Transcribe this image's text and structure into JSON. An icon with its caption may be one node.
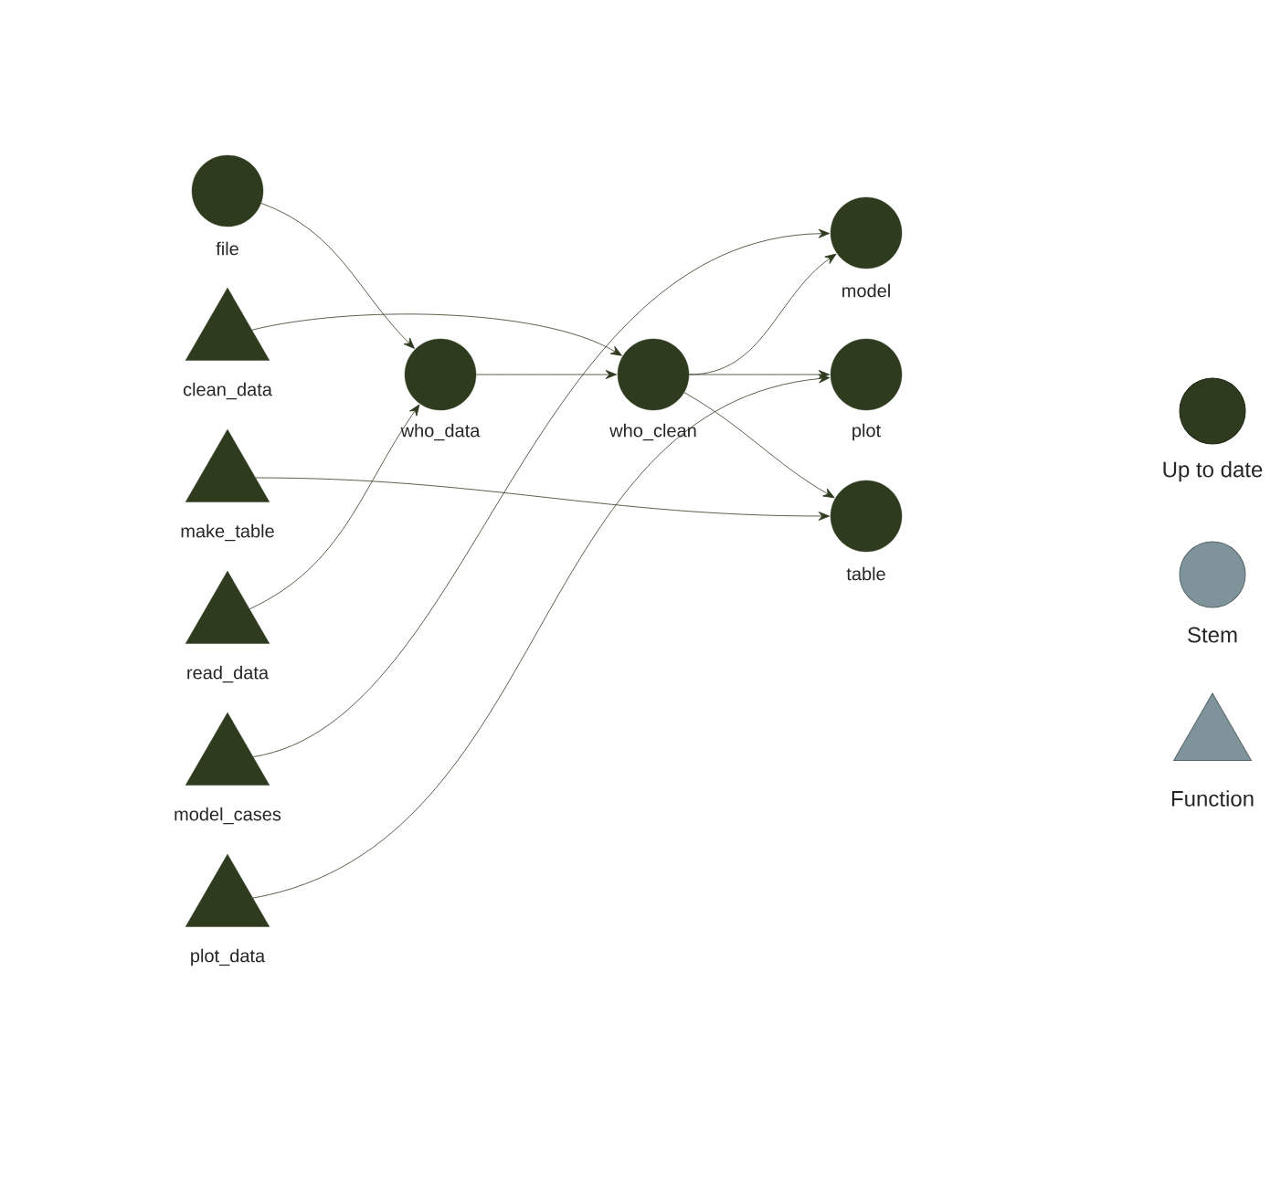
{
  "diagram": {
    "nodes": [
      {
        "text": [
          "file"
        ]
      },
      {
        "text": [
          "clean_data"
        ]
      },
      {
        "text": [
          "make_table"
        ]
      },
      {
        "text": [
          "read_data"
        ]
      },
      {
        "text": [
          "model_cases"
        ]
      },
      {
        "text": [
          "plot_data"
        ]
      },
      {
        "text": [
          "who_data"
        ]
      },
      {
        "text": [
          "who_clean"
        ]
      },
      {
        "text": [
          "model"
        ]
      },
      {
        "text": [
          "plot"
        ]
      },
      {
        "text": [
          "table"
        ]
      }
    ],
    "edges": [
      {
        "from": 0,
        "to": 6,
        "arrow": "to"
      },
      {
        "from": 1,
        "to": 7,
        "arrow": "to"
      },
      {
        "from": 3,
        "to": 6,
        "arrow": "to"
      },
      {
        "from": 6,
        "to": 7,
        "arrow": "to"
      },
      {
        "from": 2,
        "to": 10,
        "arrow": "to"
      },
      {
        "from": 4,
        "to": 8,
        "arrow": "to"
      },
      {
        "from": 7,
        "to": 8,
        "arrow": "to"
      },
      {
        "from": 7,
        "to": 9,
        "arrow": "to"
      },
      {
        "from": 7,
        "to": 10,
        "arrow": "to"
      },
      {
        "from": 5,
        "to": 9,
        "arrow": "to"
      }
    ],
    "legend": [
      {
        "text": "Up to date",
        "color": "#2e3b1f"
      },
      {
        "text": "Stem",
        "color": "#7f939a"
      },
      {
        "text": "Function",
        "color": "#7f939a"
      }
    ]
  }
}
